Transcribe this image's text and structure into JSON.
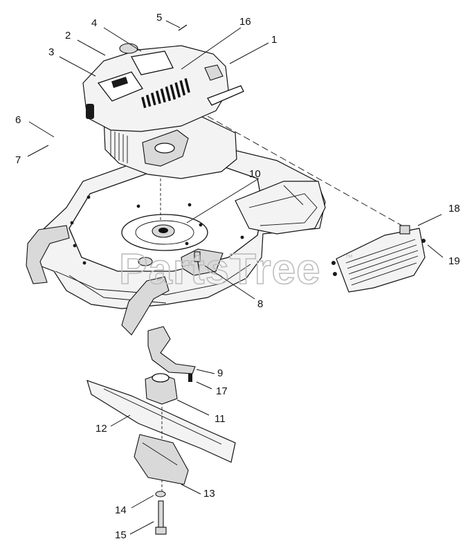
{
  "watermark": {
    "text": "PartsTree",
    "trademark": "™"
  },
  "callouts": [
    "1",
    "2",
    "3",
    "4",
    "5",
    "6",
    "7",
    "8",
    "9",
    "10",
    "11",
    "12",
    "13",
    "14",
    "15",
    "16",
    "17",
    "18",
    "19"
  ]
}
